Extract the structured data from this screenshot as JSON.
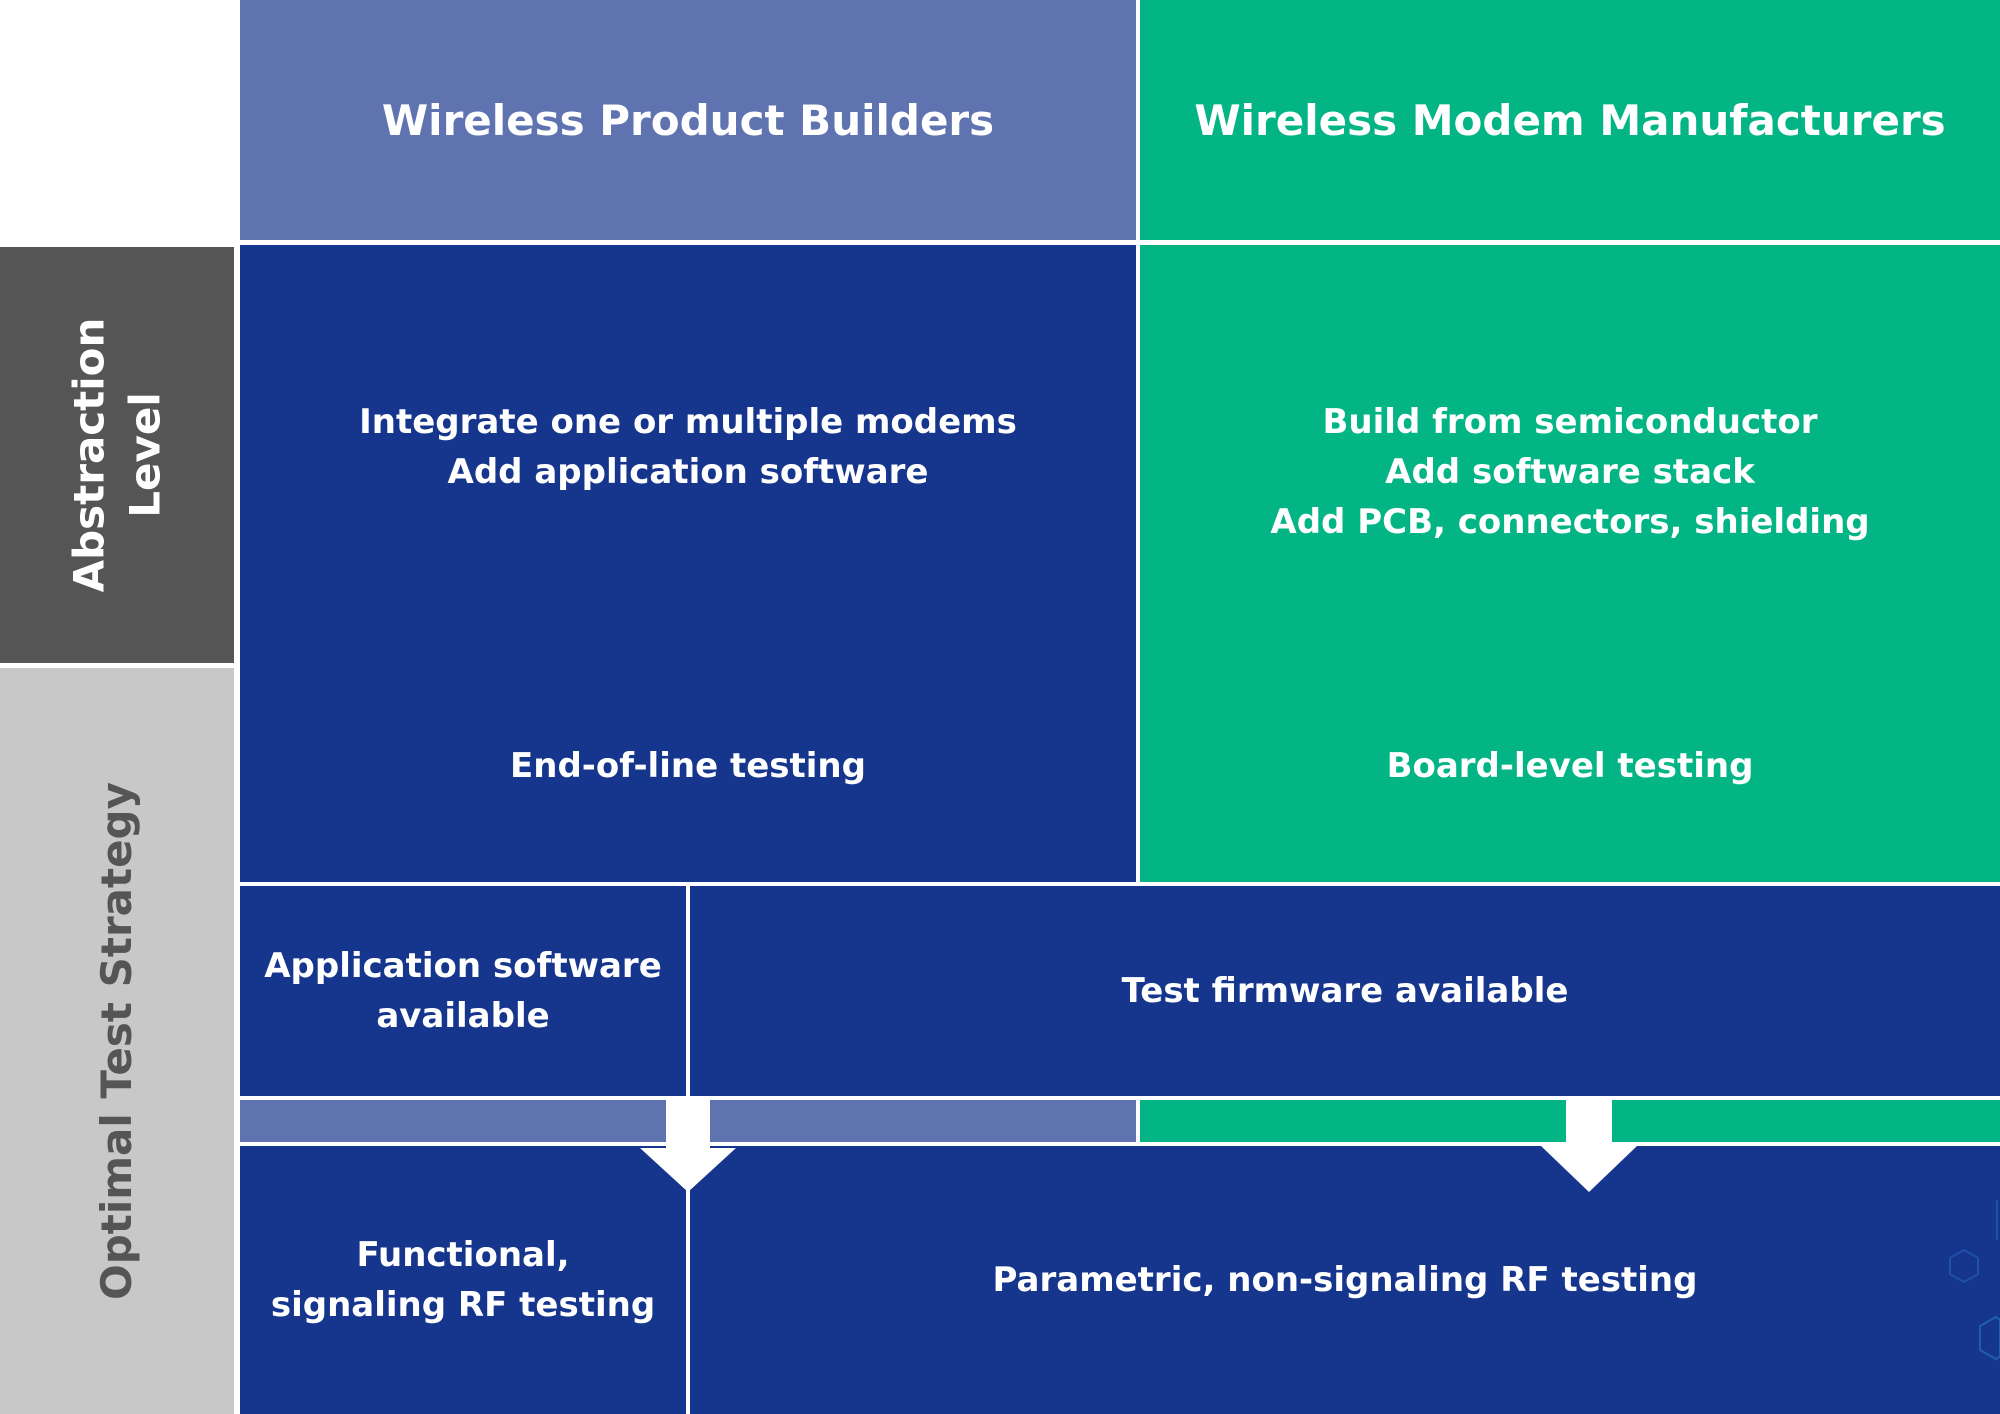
{
  "header": {
    "product_builders": "Wireless Product Builders",
    "modem_manufacturers": "Wireless Modem Manufacturers"
  },
  "side": {
    "abstraction": [
      "Abstraction",
      "Level"
    ],
    "strategy": "Optimal Test Strategy"
  },
  "abstraction": {
    "product_builders": [
      "Integrate one or multiple modems",
      "Add application software"
    ],
    "modem_manufacturers": [
      "Build from semiconductor",
      "Add software stack",
      "Add PCB, connectors, shielding"
    ]
  },
  "testing_level": {
    "product_builders": "End-of-line testing",
    "modem_manufacturers": "Board-level testing"
  },
  "availability": {
    "application": [
      "Application software",
      "available"
    ],
    "firmware": "Test firmware available"
  },
  "strategy": {
    "functional": [
      "Functional,",
      "signaling RF testing"
    ],
    "parametric": "Parametric, non-signaling RF testing"
  },
  "colors": {
    "periwinkle": "#5e73b0",
    "navy": "#16368d",
    "green": "#03b584",
    "dark_gray": "#555555",
    "light_gray": "#c8c8c8",
    "divider": "#ffffff"
  }
}
